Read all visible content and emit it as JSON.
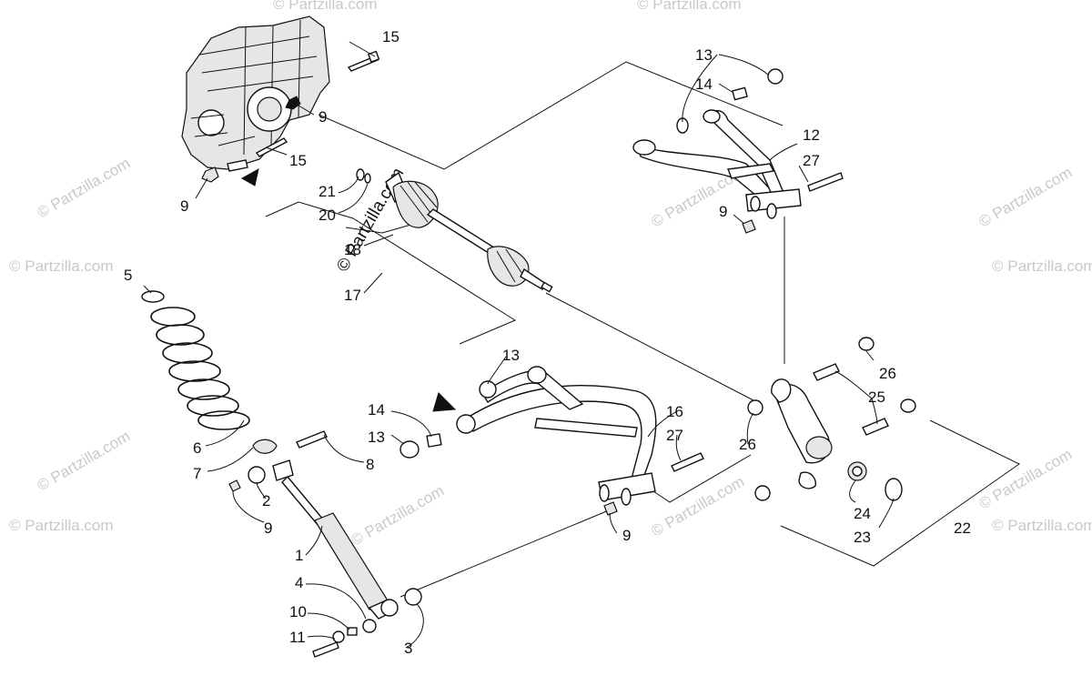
{
  "watermark": "© Partzilla.com",
  "callouts": {
    "c1": "1",
    "c2": "2",
    "c3": "3",
    "c4": "4",
    "c5": "5",
    "c6": "6",
    "c7": "7",
    "c8": "8",
    "c9a": "9",
    "c9b": "9",
    "c9c": "9",
    "c9d": "9",
    "c9e": "9",
    "c10": "10",
    "c11": "11",
    "c12": "12",
    "c13a": "13",
    "c13b": "13",
    "c13c": "13",
    "c14a": "14",
    "c14b": "14",
    "c15a": "15",
    "c15b": "15",
    "c16": "16",
    "c17": "17",
    "c18": "18",
    "c20": "20",
    "c21": "21",
    "c22": "22",
    "c23": "23",
    "c24": "24",
    "c25": "25",
    "c26a": "26",
    "c26b": "26",
    "c27a": "27",
    "c27b": "27"
  }
}
